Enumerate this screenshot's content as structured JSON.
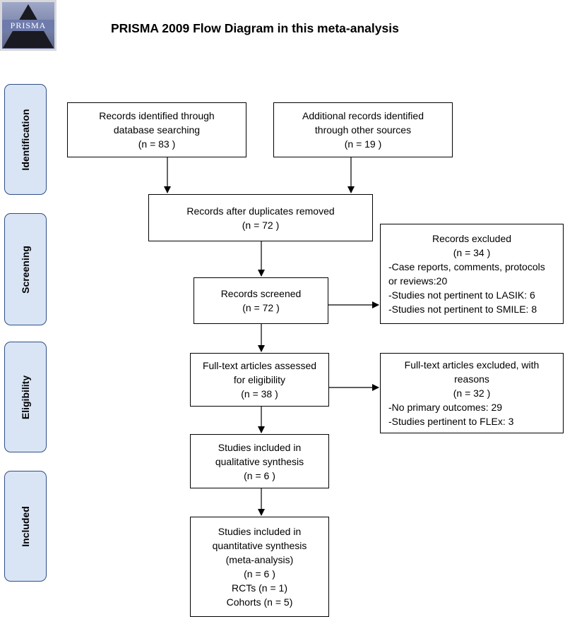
{
  "title": "PRISMA 2009 Flow Diagram in this meta-analysis",
  "logo_text": "PRISMA",
  "stages": {
    "identification": "Identification",
    "screening": "Screening",
    "eligibility": "Eligibility",
    "included": "Included"
  },
  "boxes": {
    "db_search": [
      "Records identified through",
      "database searching",
      "(n =  83 )"
    ],
    "other_sources": [
      "Additional records identified",
      "through other sources",
      "(n =  19  )"
    ],
    "after_duplicates": [
      "Records after duplicates removed",
      "(n = 72  )"
    ],
    "screened": [
      "Records screened",
      "(n =  72 )"
    ],
    "excluded": {
      "heading": [
        "Records excluded",
        "(n = 34  )"
      ],
      "items": [
        "-Case reports, comments, protocols",
        "or reviews:20",
        "-Studies not pertinent to LASIK: 6",
        "-Studies not pertinent to SMILE: 8"
      ]
    },
    "fulltext_assessed": [
      "Full-text articles assessed",
      "for eligibility",
      "(n =  38 )"
    ],
    "fulltext_excluded": {
      "heading": [
        "Full-text articles excluded, with",
        "reasons",
        "(n = 32  )"
      ],
      "items": [
        "-No primary outcomes: 29",
        "-Studies pertinent to FLEx: 3"
      ]
    },
    "qualitative": [
      "Studies included in",
      "qualitative synthesis",
      "(n =  6  )"
    ],
    "quantitative": [
      "Studies included in",
      "quantitative synthesis",
      "(meta-analysis)",
      "(n = 6  )",
      "RCTs (n = 1)",
      "Cohorts (n = 5)"
    ]
  }
}
